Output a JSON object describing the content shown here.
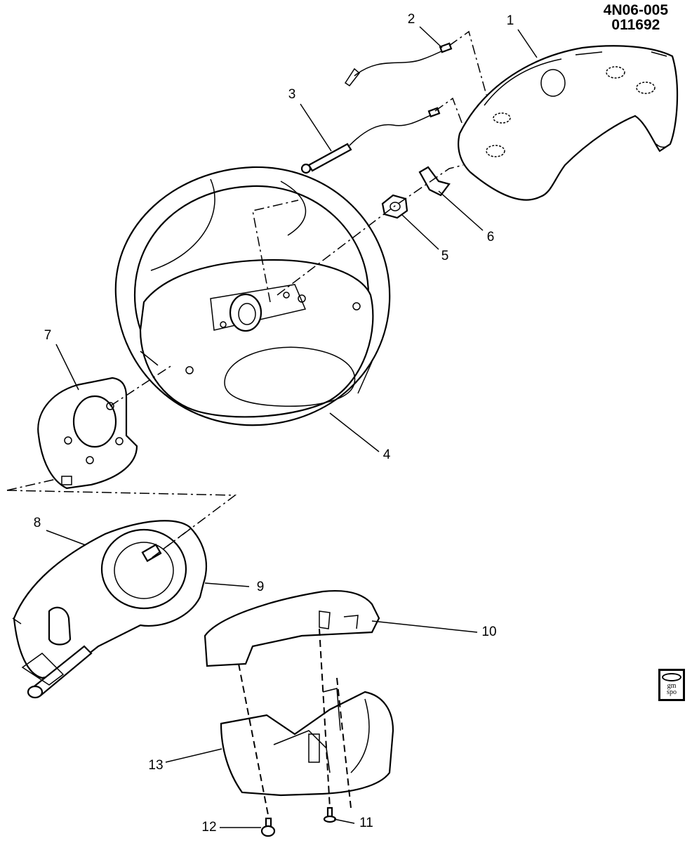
{
  "diagram": {
    "reference_code": "4N06-005",
    "reference_date": "011692",
    "logo_text": "gm spo",
    "callouts": [
      {
        "id": "1",
        "label": "1"
      },
      {
        "id": "2",
        "label": "2"
      },
      {
        "id": "3",
        "label": "3"
      },
      {
        "id": "4",
        "label": "4"
      },
      {
        "id": "5",
        "label": "5"
      },
      {
        "id": "6",
        "label": "6"
      },
      {
        "id": "7",
        "label": "7"
      },
      {
        "id": "8",
        "label": "8"
      },
      {
        "id": "9",
        "label": "9"
      },
      {
        "id": "10",
        "label": "10"
      },
      {
        "id": "11",
        "label": "11"
      },
      {
        "id": "12",
        "label": "12"
      },
      {
        "id": "13",
        "label": "13"
      }
    ]
  }
}
